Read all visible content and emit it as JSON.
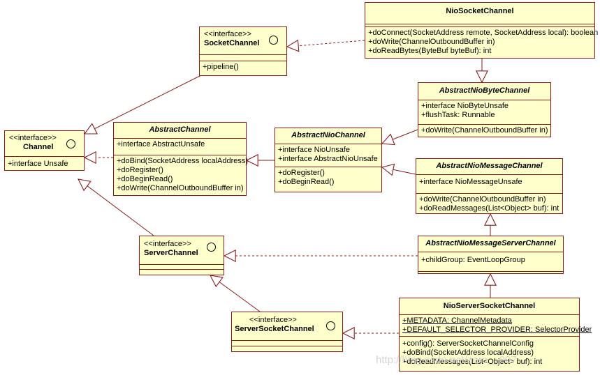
{
  "classes": {
    "nio_socket_channel": {
      "name": "NioSocketChannel",
      "attributes": [],
      "operations": [
        "+doConnect(SocketAddress remote, SocketAddress local): boolean",
        "+doWrite(ChannelOutboundBuffer in)",
        "+doReadBytes(ByteBuf byteBuf): int"
      ]
    },
    "socket_channel": {
      "stereotype": "<<interface>>",
      "name": "SocketChannel",
      "operations": [
        "+pipeline()"
      ]
    },
    "abstract_nio_byte_channel": {
      "name": "AbstractNioByteChannel",
      "attributes": [
        "+interface NioByteUnsafe",
        "+flushTask: Runnable"
      ],
      "operations": [
        "+doWrite(ChannelOutboundBuffer in)"
      ]
    },
    "channel": {
      "stereotype": "<<interface>>",
      "name": "Channel",
      "operations": [
        "+interface Unsafe"
      ]
    },
    "abstract_channel": {
      "name": "AbstractChannel",
      "attributes": [
        "+interface AbstractUnsafe"
      ],
      "operations": [
        "+doBind(SocketAddress localAddress)",
        "+doRegister()",
        "+doBeginRead()",
        "+doWrite(ChannelOutboundBuffer in)"
      ]
    },
    "abstract_nio_channel": {
      "name": "AbstractNioChannel",
      "attributes": [
        "+interface NioUnsafe",
        "+interface AbstractNioUnsafe"
      ],
      "operations": [
        "+doRegister()",
        "+doBeginRead()"
      ]
    },
    "abstract_nio_message_channel": {
      "name": "AbstractNioMessageChannel",
      "attributes": [
        "+interface NioMessageUnsafe"
      ],
      "operations": [
        "+doWrite(ChannelOutboundBuffer in)",
        "+doReadMessages(List<Object> buf): int"
      ]
    },
    "server_channel": {
      "stereotype": "<<interface>>",
      "name": "ServerChannel"
    },
    "abstract_nio_message_server_channel": {
      "name": "AbstractNioMessageServerChannel",
      "attributes": [
        "+childGroup: EventLoopGroup"
      ]
    },
    "server_socket_channel": {
      "stereotype": "<<interface>>",
      "name": "ServerSocketChannel"
    },
    "nio_server_socket_channel": {
      "name": "NioServerSocketChannel",
      "attributes": [
        "+METADATA: ChannelMetadata",
        "+DEFAULT_SELECTOR_PROVIDER: SelectorProvider"
      ],
      "operations": [
        "+config(): ServerSocketChannelConfig",
        "+doBind(SocketAddress localAddress)",
        "+doReadMessages(List<Object> buf): int"
      ]
    }
  },
  "relations": [
    {
      "from": "NioSocketChannel",
      "to": "SocketChannel",
      "type": "realization"
    },
    {
      "from": "NioSocketChannel",
      "to": "AbstractNioByteChannel",
      "type": "generalization"
    },
    {
      "from": "SocketChannel",
      "to": "Channel",
      "type": "generalization"
    },
    {
      "from": "AbstractChannel",
      "to": "Channel",
      "type": "realization"
    },
    {
      "from": "AbstractNioChannel",
      "to": "AbstractChannel",
      "type": "generalization"
    },
    {
      "from": "AbstractNioByteChannel",
      "to": "AbstractNioChannel",
      "type": "generalization"
    },
    {
      "from": "AbstractNioMessageChannel",
      "to": "AbstractNioChannel",
      "type": "generalization"
    },
    {
      "from": "AbstractNioMessageServerChannel",
      "to": "AbstractNioMessageChannel",
      "type": "generalization"
    },
    {
      "from": "AbstractNioMessageServerChannel",
      "to": "ServerChannel",
      "type": "realization"
    },
    {
      "from": "ServerChannel",
      "to": "Channel",
      "type": "generalization"
    },
    {
      "from": "ServerSocketChannel",
      "to": "ServerChannel",
      "type": "generalization"
    },
    {
      "from": "NioServerSocketChannel",
      "to": "AbstractNioMessageServerChannel",
      "type": "generalization"
    },
    {
      "from": "NioServerSocketChannel",
      "to": "ServerSocketChannel",
      "type": "realization"
    }
  ],
  "colors": {
    "fill": "#ffffcc",
    "border": "#8b1a1a",
    "line": "#8b1a1a"
  },
  "watermark": "http://blog.csdn.net/zero__007"
}
